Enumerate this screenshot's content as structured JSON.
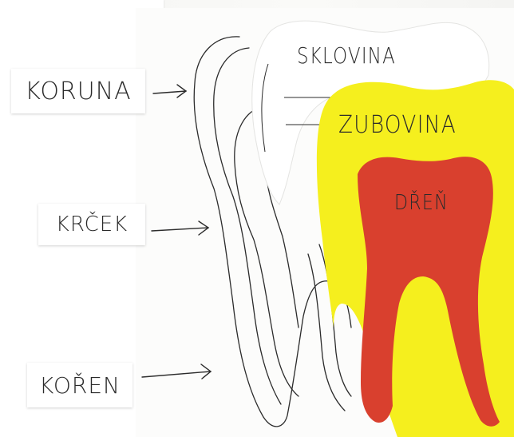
{
  "labels": {
    "koruna": "KORUNA",
    "krcek": "KRČEK",
    "koren": "KOŘEN",
    "sklovina": "SKLOVINA",
    "zubovina": "ZUBOVINA",
    "dren": "DŘEŇ"
  },
  "colors": {
    "enamel": "#ffffff",
    "dentin": "#f5ef1e",
    "pulp": "#d9402e",
    "ink": "#2b2b2b"
  }
}
